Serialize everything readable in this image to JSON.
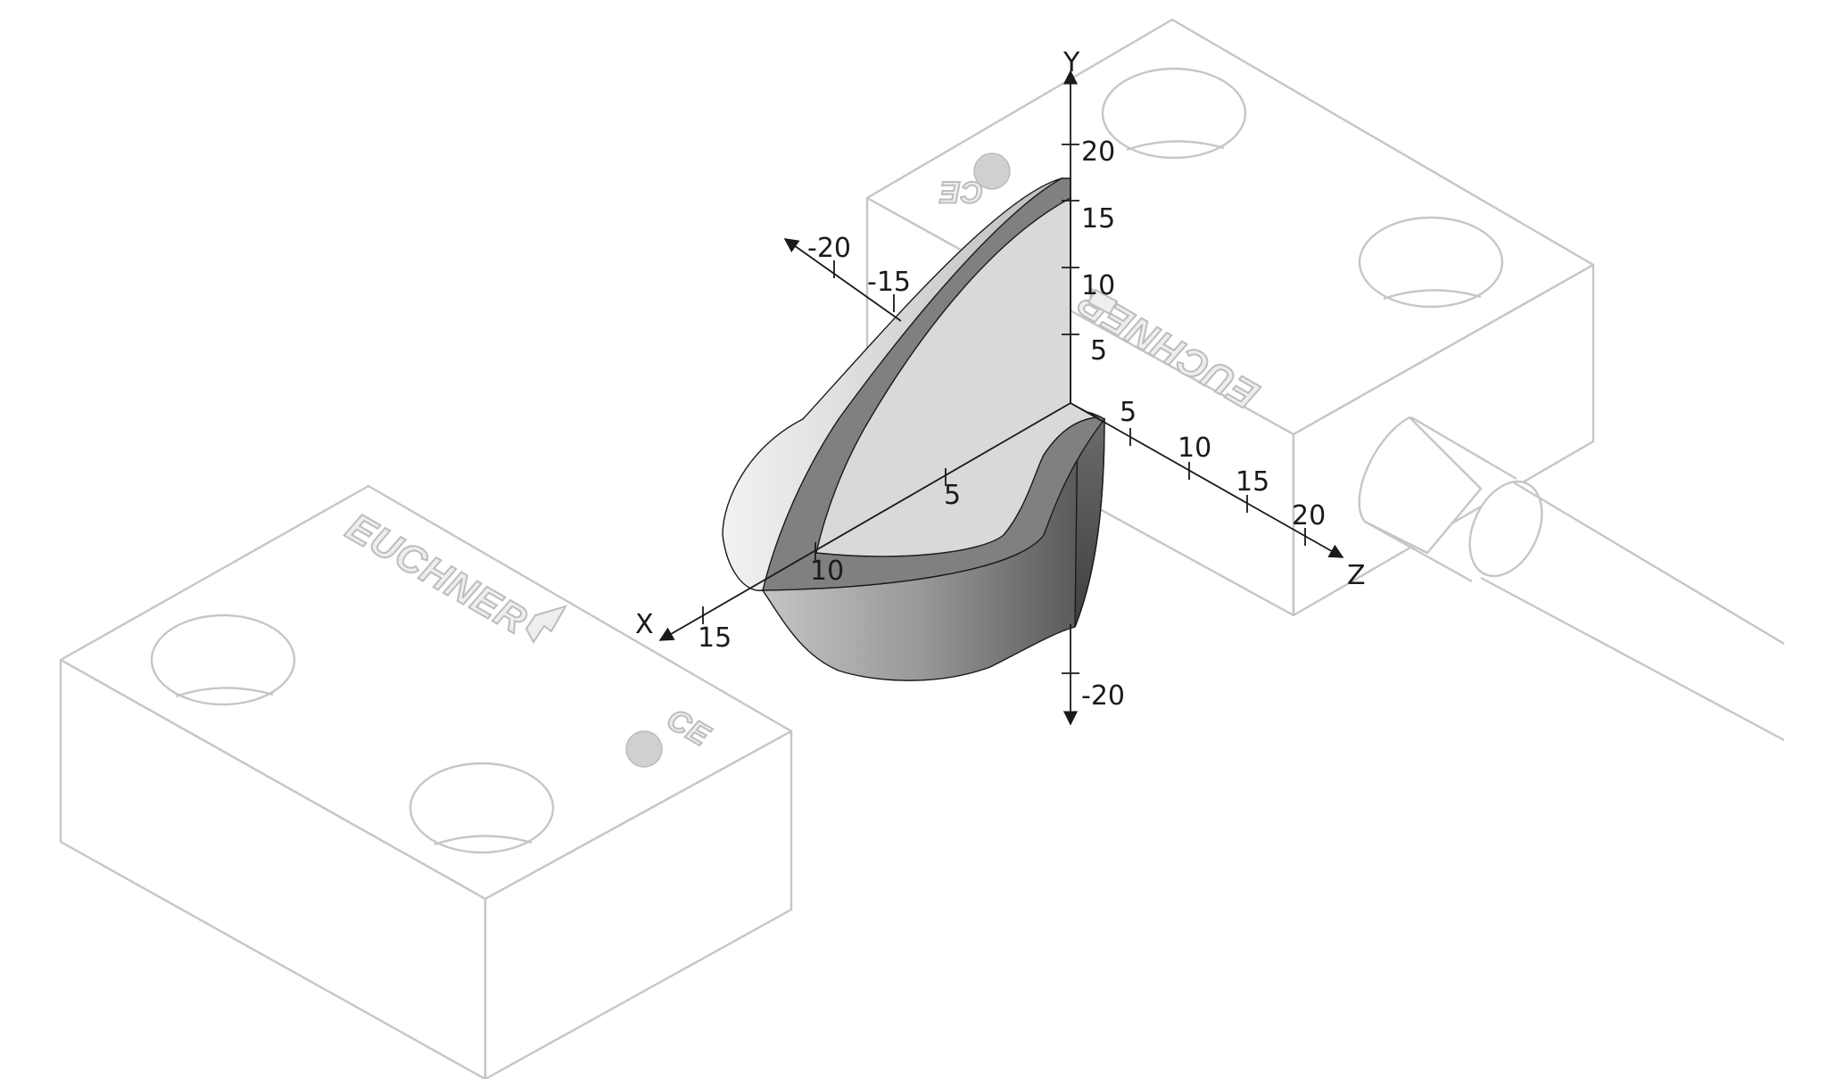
{
  "brand": {
    "left_sensor_text": "EUCHNER",
    "right_actuator_text": "EUCHNER"
  },
  "axes": {
    "x": {
      "name": "X",
      "ticks": [
        "5",
        "10",
        "15"
      ]
    },
    "y": {
      "name": "Y",
      "ticks": [
        "20",
        "15",
        "10",
        "5",
        "-20"
      ]
    },
    "z": {
      "name": "Z",
      "ticks": [
        "5",
        "10",
        "15",
        "20"
      ]
    },
    "neg_x": {
      "ticks": [
        "-20",
        "-15"
      ]
    }
  },
  "colors": {
    "outline": "#c6c6c6",
    "zone_light": "#d9d9d9",
    "zone_mid": "#808080",
    "zone_dark": "#5a5a5a",
    "axis": "#1a1a1a"
  }
}
